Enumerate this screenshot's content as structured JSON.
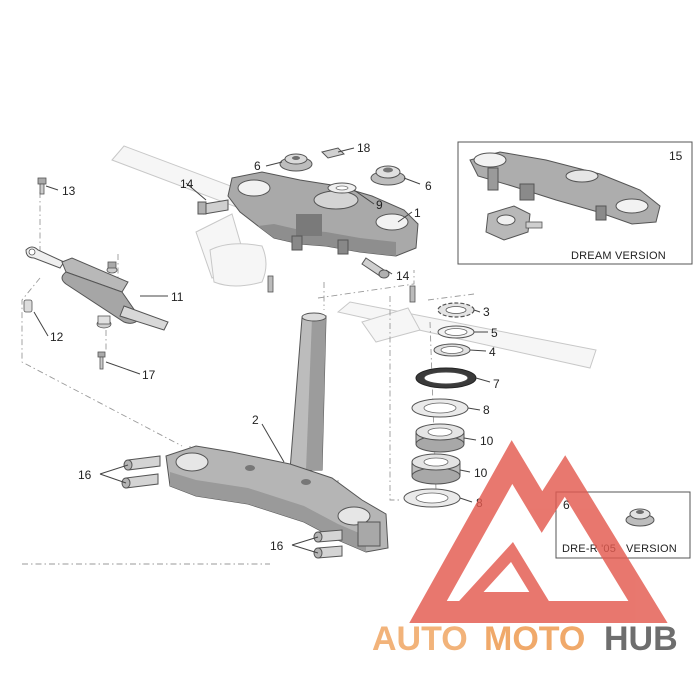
{
  "callouts": {
    "c1": "1",
    "c2": "2",
    "c3": "3",
    "c4": "4",
    "c5": "5",
    "c6a": "6",
    "c6b": "6",
    "c6c": "6",
    "c7": "7",
    "c8a": "8",
    "c8b": "8",
    "c9": "9",
    "c10a": "10",
    "c10b": "10",
    "c11": "11",
    "c12": "12",
    "c13": "13",
    "c14a": "14",
    "c14b": "14",
    "c15": "15",
    "c16a": "16",
    "c16b": "16",
    "c17": "17",
    "c18": "18"
  },
  "insets": {
    "dream": {
      "label": "DREAM VERSION"
    },
    "drer": {
      "label_left": "DRE-R '05",
      "label_right": "VERSION"
    }
  },
  "watermark": {
    "part1": "AUTO",
    "part2": "MOTO",
    "part3": "HUB",
    "colors": {
      "auto": "#f2b37a",
      "moto": "#f0a96a",
      "hub": "#6e6e6e",
      "triangle": "#e35a4f"
    }
  }
}
